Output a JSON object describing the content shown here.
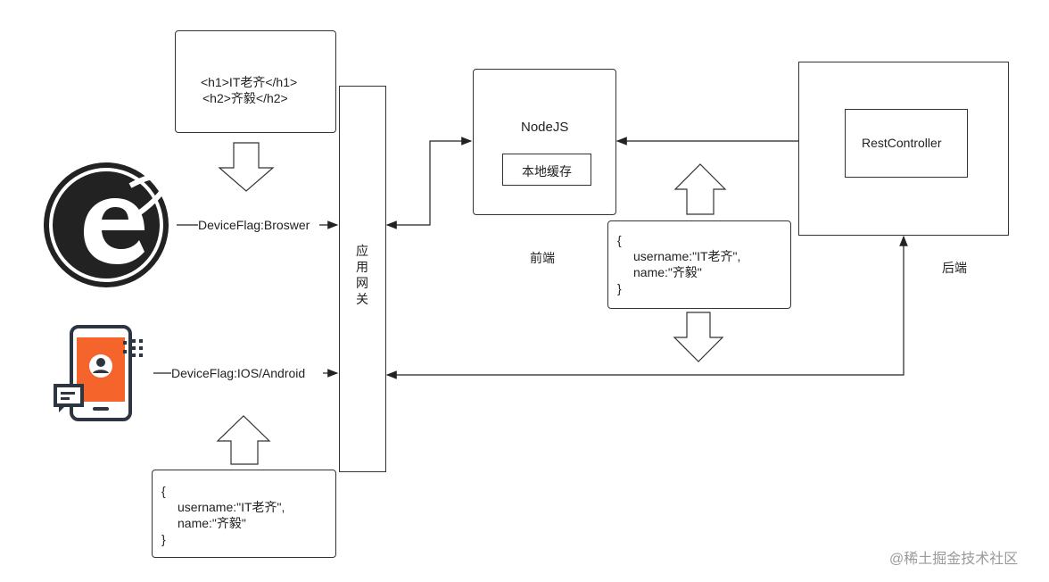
{
  "html_snippet": {
    "line1": "<h1>IT老齐</h1>",
    "line2": "<h2>齐毅</h2>"
  },
  "browser_flag": "DeviceFlag:Broswer",
  "mobile_flag": "DeviceFlag:IOS/Android",
  "gateway": {
    "chars": [
      "应",
      "用",
      "网",
      "关"
    ]
  },
  "frontend": {
    "node_title": "NodeJS",
    "cache_label": "本地缓存",
    "caption": "前端"
  },
  "backend": {
    "controller_label": "RestController",
    "caption": "后端"
  },
  "json_payload_right": {
    "open": "{",
    "line1": "username:\"IT老齐\",",
    "line2": "name:\"齐毅\"",
    "close": "}"
  },
  "json_payload_bottom": {
    "open": "{",
    "line1": "username:\"IT老齐\",",
    "line2": "name:\"齐毅\"",
    "close": "}"
  },
  "watermark": "@稀土掘金技术社区",
  "icons": {
    "browser": "internet-explorer-icon",
    "mobile": "mobile-user-icon"
  },
  "colors": {
    "mobile_accent": "#f4642b",
    "mobile_dark": "#2c3540"
  }
}
